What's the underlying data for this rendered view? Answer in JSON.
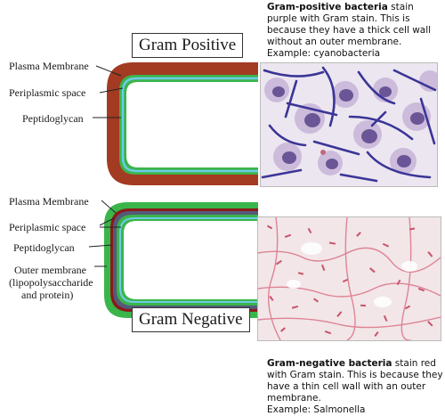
{
  "positive": {
    "title": "Gram Positive",
    "labels": [
      "Plasma Membrane",
      "Periplasmic space",
      "Peptidoglycan"
    ],
    "caption_bold": "Gram-positive bacteria",
    "caption_rest": " stain purple with Gram stain. This is because they have a thick cell wall without an outer membrane.",
    "caption_example": "Example: cyanobacteria"
  },
  "negative": {
    "title": "Gram Negative",
    "labels": [
      "Plasma Membrane",
      "Periplasmic space",
      "Peptidoglycan",
      "Outer membrane",
      "(lipopolysaccharide",
      "and protein)"
    ],
    "caption_bold": "Gram-negative bacteria",
    "caption_rest": " stain red with Gram stain. This is because they have a thin cell wall with an outer membrane.",
    "caption_example": "Example: Salmonella"
  },
  "colors": {
    "peptidoglycan_thick": "#a33a22",
    "plasma_membrane": "#3ab54a",
    "periplasmic": "#6ecbe8",
    "outer_membrane": "#3ab54a",
    "thin_peptidoglycan": "#8b1a1a",
    "purple_stain": "#3b3597",
    "red_stain": "#c23a55"
  }
}
